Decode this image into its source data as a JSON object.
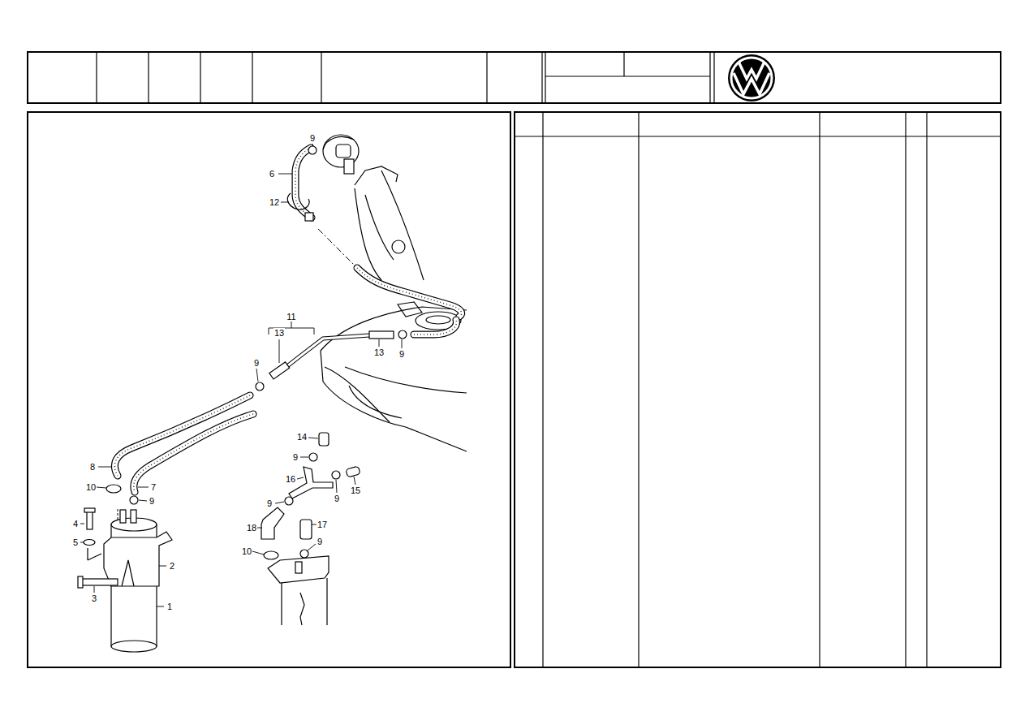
{
  "diagram": {
    "labels": [
      "9",
      "6",
      "12",
      "11",
      "13",
      "13",
      "9",
      "9",
      "8",
      "7",
      "10",
      "9",
      "4",
      "5",
      "2",
      "3",
      "1",
      "14",
      "9",
      "16",
      "15",
      "9",
      "9",
      "18",
      "17",
      "10",
      "9"
    ]
  }
}
